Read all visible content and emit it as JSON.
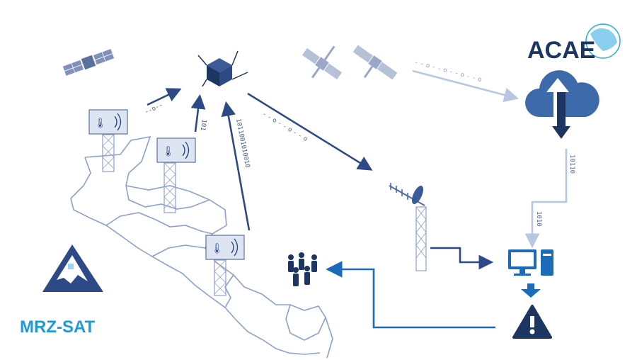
{
  "brand": {
    "title": "MRZ-SAT",
    "logo": "ACAE"
  },
  "data_labels": {
    "sensor_to_sat_1": "101",
    "sensor_to_sat_2": "1011001010010",
    "sat_to_antenna": "--o--o--o",
    "sat_to_cloud": "--o--o--o--o",
    "cloud_to_computer_1": "10110",
    "cloud_to_computer_2": "1010",
    "sensor_to_sat_left": "--o--"
  },
  "colors": {
    "dark": "#2e4a86",
    "mid": "#4a6aa8",
    "light": "#b7c6e2",
    "map": "#8da0cc",
    "brand_text": "#1f9ad6",
    "logo_text": "#1d3561",
    "arrow_blue": "#1b6bb8"
  },
  "icons": [
    "satellite-left-icon",
    "cubesat-icon",
    "satellite-pair-icon",
    "cloud-sync-icon",
    "antenna-icon",
    "computer-icon",
    "warning-icon",
    "people-icon",
    "weather-station-icon",
    "mountain-logo-icon",
    "central-america-map"
  ]
}
